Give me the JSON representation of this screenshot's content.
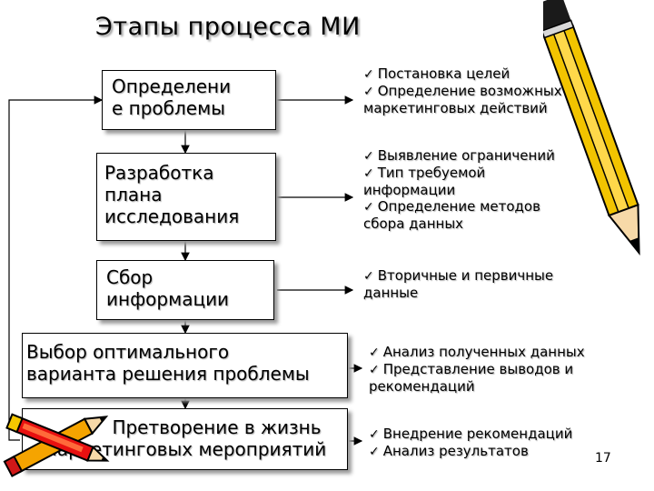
{
  "title": "Этапы процесса МИ",
  "steps": [
    {
      "lines": [
        "Определени",
        "е проблемы"
      ],
      "details": [
        {
          "check": true,
          "text": "Постановка целей"
        },
        {
          "check": true,
          "text": "Определение возможных"
        },
        {
          "check": false,
          "text": "маркетинговых действий"
        }
      ]
    },
    {
      "lines": [
        "Разработка",
        "плана",
        "исследования"
      ],
      "details": [
        {
          "check": true,
          "text": "Выявление ограничений"
        },
        {
          "check": true,
          "text": "Тип требуемой"
        },
        {
          "check": false,
          "text": "информации"
        },
        {
          "check": true,
          "text": "Определение методов"
        },
        {
          "check": false,
          "text": "сбора данных"
        }
      ]
    },
    {
      "lines": [
        "Сбор",
        "информации"
      ],
      "details": [
        {
          "check": true,
          "text": "Вторичные и первичные"
        },
        {
          "check": false,
          "text": "данные"
        }
      ]
    },
    {
      "lines": [
        "Выбор оптимального",
        "варианта решения проблемы"
      ],
      "details": [
        {
          "check": true,
          "text": "Анализ полученных данных"
        },
        {
          "check": true,
          "text": "Представление выводов и"
        },
        {
          "check": false,
          "text": "рекомендаций"
        }
      ]
    },
    {
      "lines": [
        "Претворение в жизнь",
        "маркетинговых мероприятий"
      ],
      "details": [
        {
          "check": true,
          "text": "Внедрение рекомендаций"
        },
        {
          "check": true,
          "text": "Анализ результатов"
        }
      ]
    }
  ],
  "check_mark": "✓",
  "page_number": "17"
}
